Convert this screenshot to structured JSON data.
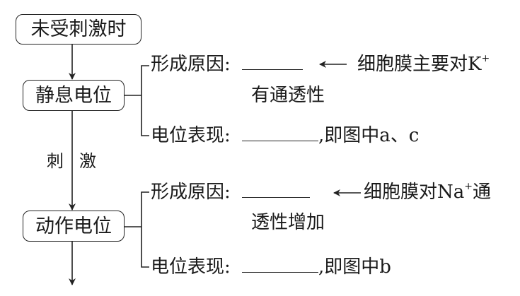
{
  "nodes": {
    "unstimulated": "未受刺激时",
    "resting_potential": "静息电位",
    "action_potential": "动作电位"
  },
  "edge_labels": {
    "stimulus_char1": "刺",
    "stimulus_char2": "激"
  },
  "resting": {
    "cause_label": "形成原因:",
    "cause_continuation": "有通透性",
    "cause_note_prefix": "细胞膜主要对K",
    "cause_note_sup": "+",
    "expression_label": "电位表现:",
    "expression_suffix": ",即图中a、c"
  },
  "action": {
    "cause_label": "形成原因:",
    "cause_continuation": "透性增加",
    "cause_note_prefix": "细胞膜对Na",
    "cause_note_sup": "+",
    "cause_note_suffix": "通",
    "expression_label": "电位表现:",
    "expression_suffix": ",即图中b"
  },
  "colors": {
    "ink": "#1a1a1a",
    "background": "#ffffff"
  }
}
